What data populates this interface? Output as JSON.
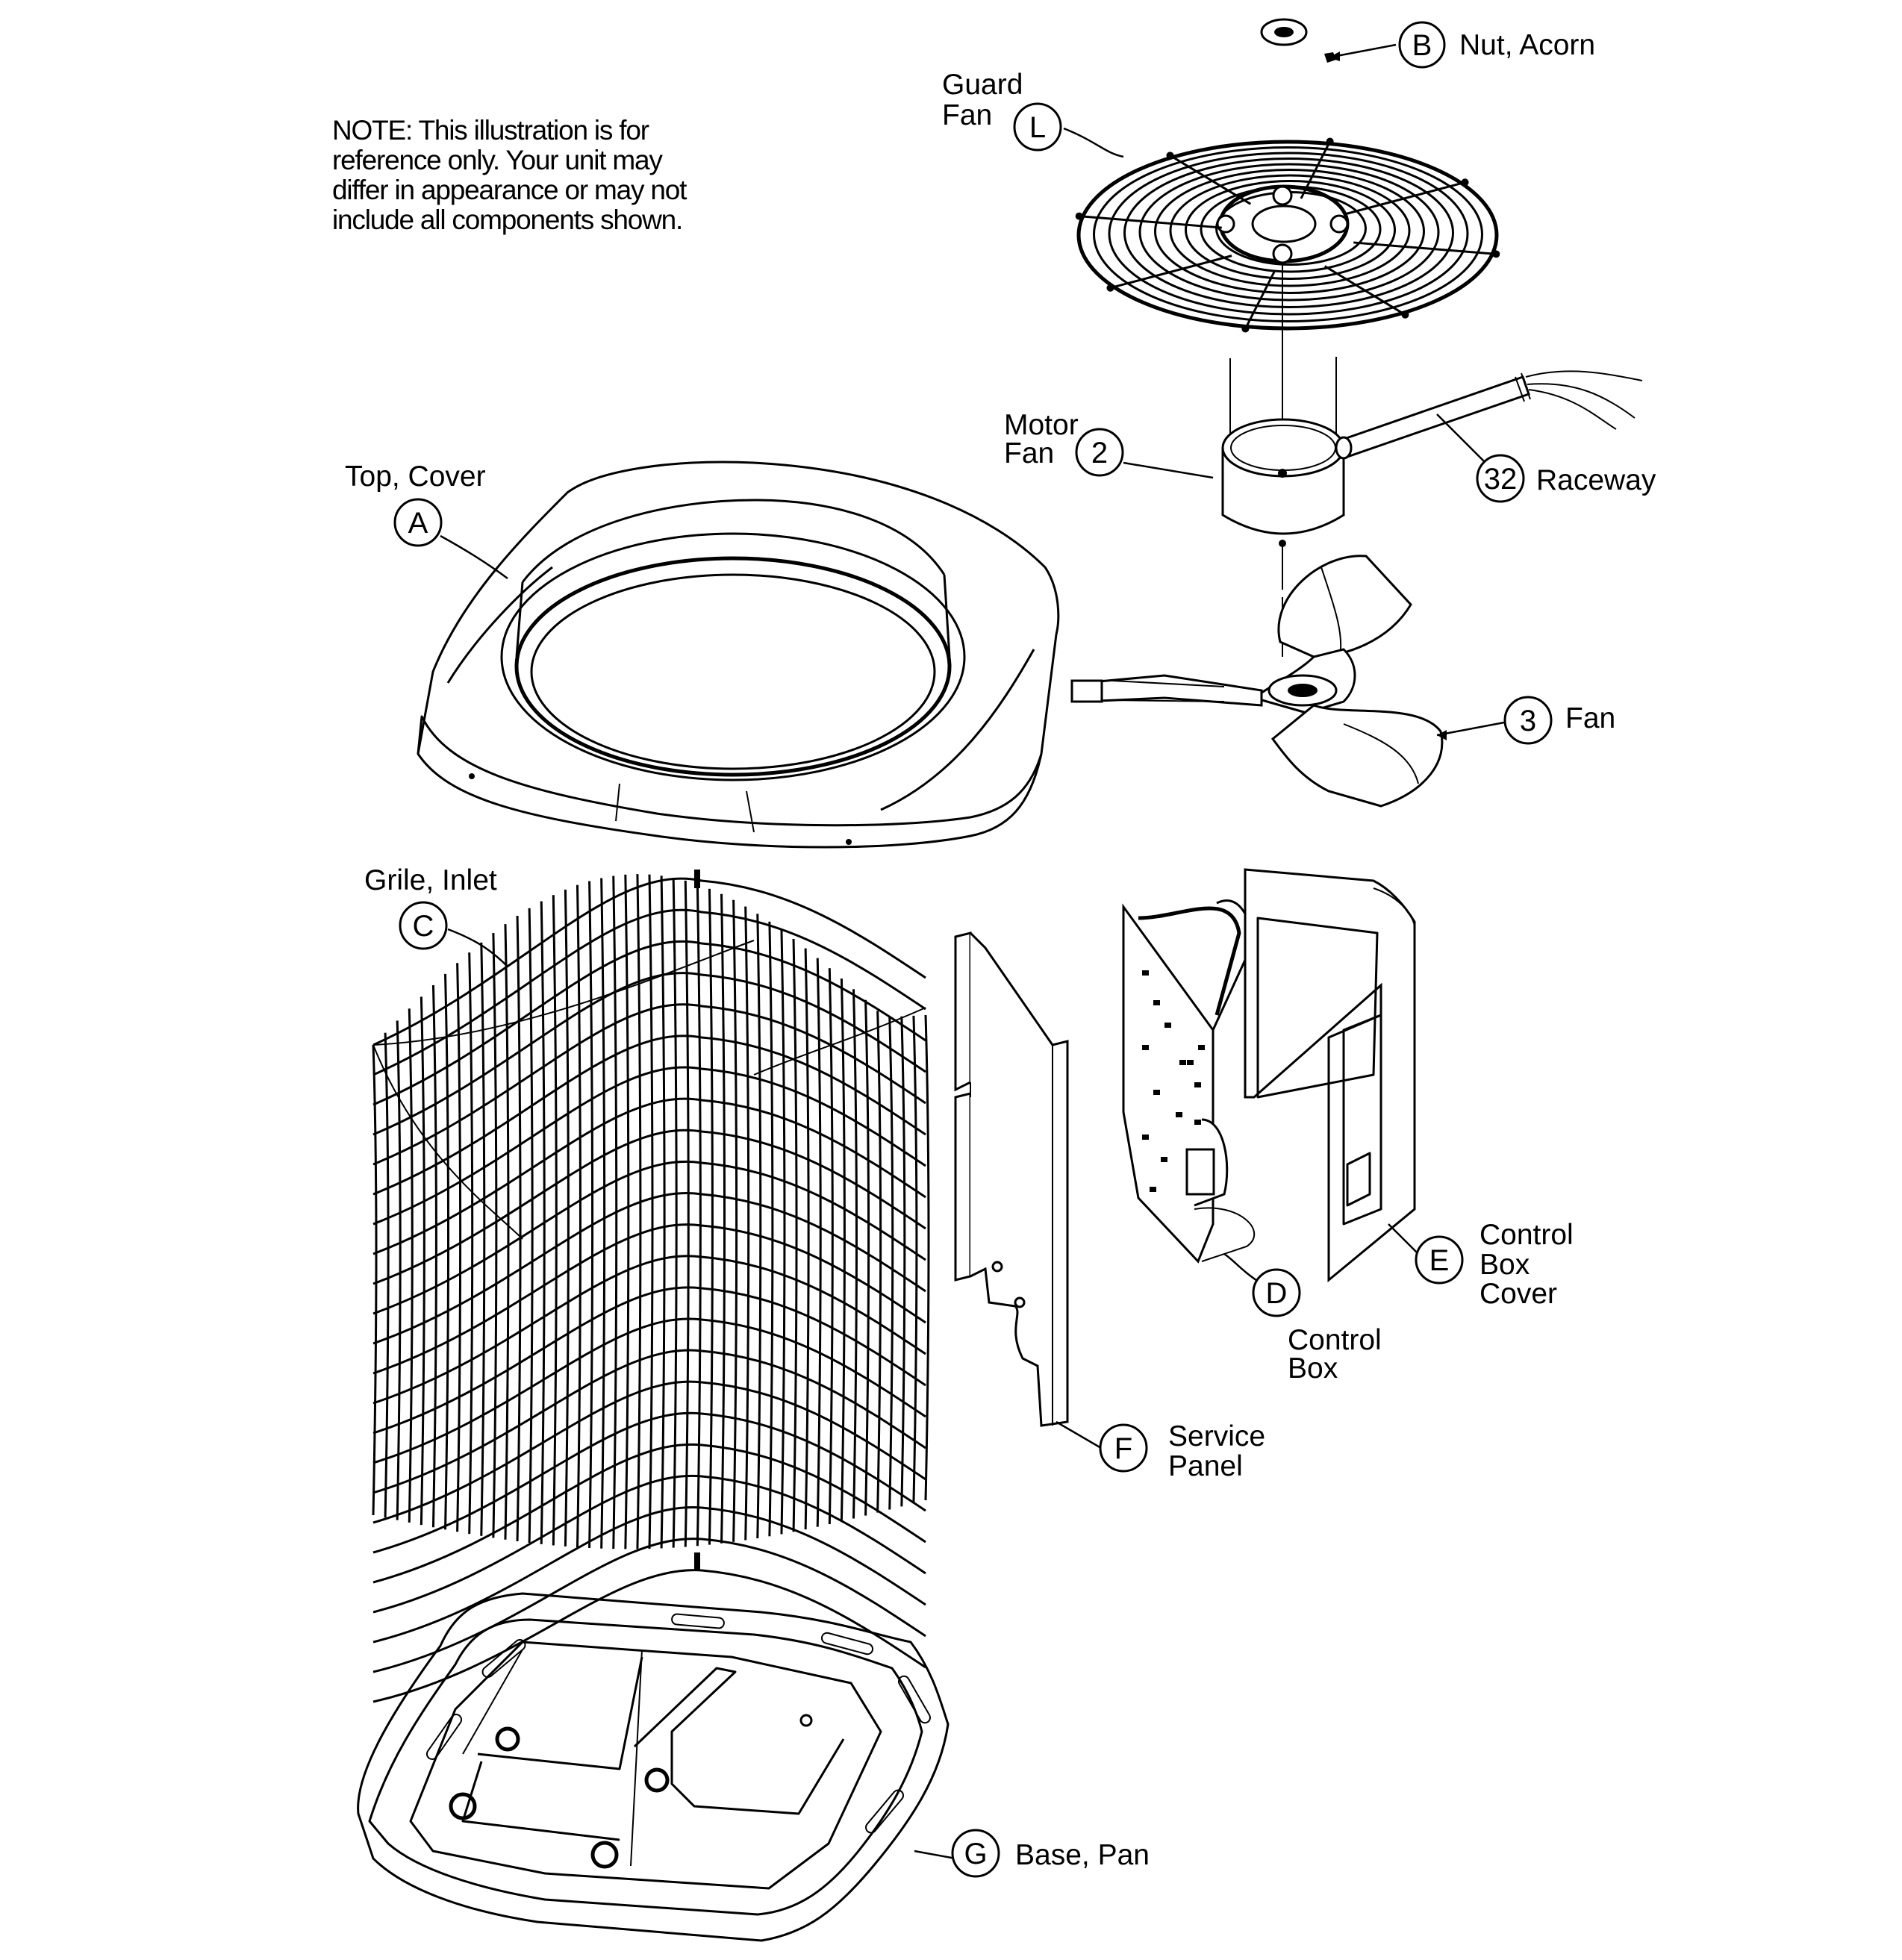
{
  "note": {
    "lines": [
      "NOTE: This illustration is for",
      "reference only. Your unit may",
      "differ in appearance or may not",
      "include all components shown."
    ]
  },
  "callouts": {
    "B": {
      "letter": "B",
      "label": [
        "Nut, Acorn"
      ]
    },
    "L": {
      "letter": "L",
      "label": [
        "Guard",
        "Fan"
      ]
    },
    "2": {
      "letter": "2",
      "label": [
        "Motor",
        "Fan"
      ]
    },
    "32": {
      "letter": "32",
      "label": [
        "Raceway"
      ]
    },
    "A": {
      "letter": "A",
      "label": [
        "Top, Cover"
      ]
    },
    "3": {
      "letter": "3",
      "label": [
        "Fan"
      ]
    },
    "C": {
      "letter": "C",
      "label": [
        "Grile, Inlet"
      ]
    },
    "E": {
      "letter": "E",
      "label": [
        "Control",
        "Box",
        "Cover"
      ]
    },
    "D": {
      "letter": "D",
      "label": [
        "Control",
        "Box"
      ]
    },
    "F": {
      "letter": "F",
      "label": [
        "Service",
        "Panel"
      ]
    },
    "G": {
      "letter": "G",
      "label": [
        "Base, Pan"
      ]
    }
  }
}
